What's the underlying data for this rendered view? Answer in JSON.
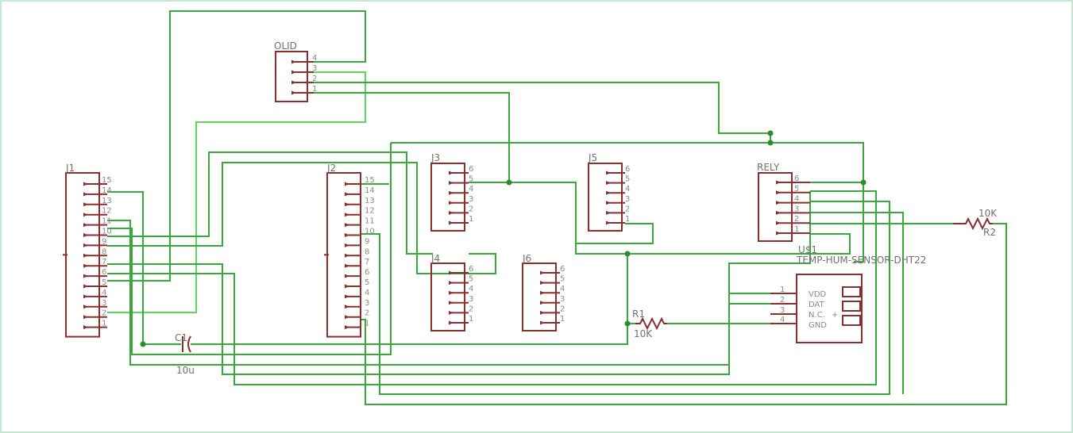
{
  "parts": {
    "j1": {
      "name": "J1",
      "pins": [
        "15",
        "14",
        "13",
        "12",
        "11",
        "10",
        "9",
        "8",
        "7",
        "6",
        "5",
        "4",
        "3",
        "2",
        "1"
      ]
    },
    "j2": {
      "name": "J2",
      "pins": [
        "15",
        "14",
        "13",
        "12",
        "11",
        "10",
        "9",
        "8",
        "7",
        "6",
        "5",
        "4",
        "3",
        "2",
        "1"
      ]
    },
    "olid": {
      "name": "OLID",
      "pins": [
        "4",
        "3",
        "2",
        "1"
      ]
    },
    "j3": {
      "name": "J3",
      "pins": [
        "6",
        "5",
        "4",
        "3",
        "2",
        "1"
      ]
    },
    "j4": {
      "name": "J4",
      "pins": [
        "6",
        "5",
        "4",
        "3",
        "2",
        "1"
      ]
    },
    "j5": {
      "name": "J5",
      "pins": [
        "6",
        "5",
        "4",
        "3",
        "2",
        "1"
      ]
    },
    "j6": {
      "name": "J6",
      "pins": [
        "6",
        "5",
        "4",
        "3",
        "2",
        "1"
      ]
    },
    "rely": {
      "name": "RELY",
      "pins": [
        "6",
        "5",
        "4",
        "3",
        "2",
        "1"
      ]
    },
    "u1": {
      "name": "U$1",
      "value": "TEMP-HUM-SENSOR-DHT22",
      "pins": [
        "1",
        "2",
        "3",
        "4"
      ],
      "pin_names": [
        "VDD",
        "DAT",
        "N.C.",
        "GND"
      ],
      "plus": "+"
    },
    "r1": {
      "name": "R1",
      "value": "10K"
    },
    "r2": {
      "name": "R2",
      "value": "10K"
    },
    "c1": {
      "name": "C1",
      "value": "10u"
    }
  },
  "colors": {
    "wire": "#3aa83a",
    "wire_highlight": "#5cd65c",
    "symbol": "#8b2e2e",
    "text": "#707070"
  }
}
